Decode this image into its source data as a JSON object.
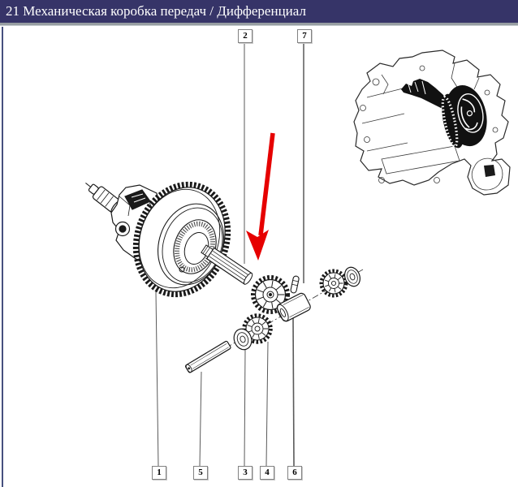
{
  "header": {
    "title": "21 Механическая коробка передач / Дифференциал"
  },
  "callouts": {
    "top": [
      {
        "label": "2"
      },
      {
        "label": "7"
      }
    ],
    "bottom": [
      {
        "label": "1"
      },
      {
        "label": "5"
      },
      {
        "label": "3"
      },
      {
        "label": "4"
      },
      {
        "label": "6"
      }
    ]
  },
  "colors": {
    "header_bg": "#363468",
    "header_text": "#ffffff",
    "separator": "#979ea2",
    "left_border": "#46507e",
    "line_art": "#1a1a1a",
    "arrow_red": "#e60000"
  }
}
